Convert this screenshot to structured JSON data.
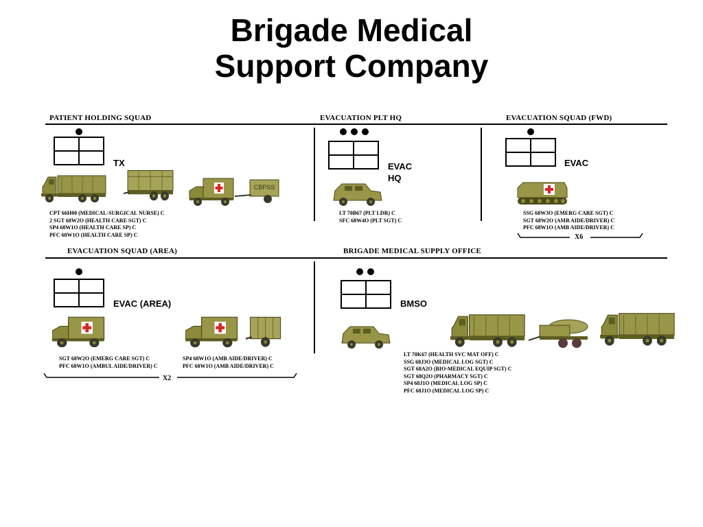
{
  "title": {
    "line1": "Brigade Medical",
    "line2": "Support Company"
  },
  "sections": {
    "patient_holding": {
      "header": "PATIENT HOLDING SQUAD",
      "unit_label": "TX",
      "trailer_marking": "CBPSS",
      "roster": [
        "CPT 66H00 (MEDICAL-SURGICAL NURSE) C",
        "2 SGT 68W2O (HEALTH CARE SGT) C",
        "SP4 68W1O (HEALTH CARE SP) C",
        "PFC 68W1O (HEALTH CARE SP) C"
      ]
    },
    "evac_plt_hq": {
      "header": "EVACUATION PLT HQ",
      "unit_label_line1": "EVAC",
      "unit_label_line2": "HQ",
      "roster": [
        "LT 70B67 (PLT LDR) C",
        "SFC 68W4O (PLT SGT) C"
      ]
    },
    "evac_squad_fwd": {
      "header": "EVACUATION SQUAD (FWD)",
      "unit_label": "EVAC",
      "multiplier": "X6",
      "roster": [
        "SSG 68W3O (EMERG CARE SGT) C",
        "SGT 68W2O (AMB AIDE/DRIVER) C",
        "PFC 68W1O (AMB AIDE/DRIVER) C"
      ]
    },
    "evac_squad_area": {
      "header": "EVACUATION SQUAD (AREA)",
      "unit_label": "EVAC (AREA)",
      "multiplier": "X2",
      "roster_left": [
        "SGT 68W2O (EMERG CARE SGT) C",
        "PFC 68W1O (AMBUL AIDE/DRIVER) C"
      ],
      "roster_right": [
        "SP4 68W1O (AMB AIDE/DRIVER) C",
        "PFC 68W1O (AMB AIDE/DRIVER) C"
      ]
    },
    "bmso": {
      "header": "BRIGADE MEDICAL SUPPLY OFFICE",
      "unit_label": "BMSO",
      "roster": [
        "LT 70K67 (HEALTH SVC MAT OFF) C",
        "SSG 68J3O (MEDICAL LOG SGT) C",
        "SGT 68A2O (BIO-MEDICAL EQUIP SGT) C",
        "SGT 68Q2O (PHARMACY SGT) C",
        "SP4 68J1O (MEDICAL LOG SP) C",
        "PFC 68J1O (MEDICAL LOG SP) C"
      ]
    }
  },
  "colors": {
    "olive": "#8a8a3a",
    "olive_dark": "#5e5e22",
    "olive_light": "#a6a458",
    "red_cross": "#d8262a",
    "wheel": "#3a3a2a"
  }
}
